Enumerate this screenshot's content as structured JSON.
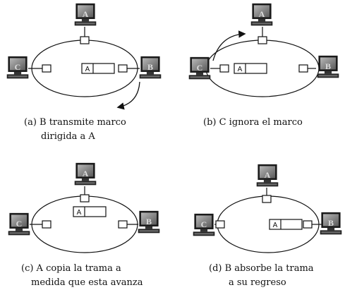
{
  "panels": [
    {
      "id": "a",
      "caption_lines": [
        "(a) B transmite marco",
        "dirigida a A"
      ],
      "stations": [
        {
          "label": "A",
          "position": "top"
        },
        {
          "label": "C",
          "position": "left"
        },
        {
          "label": "B",
          "position": "right"
        }
      ],
      "frame_label": "A"
    },
    {
      "id": "b",
      "caption_lines": [
        "(b) C ignora el marco"
      ],
      "stations": [
        {
          "label": "A",
          "position": "top"
        },
        {
          "label": "C",
          "position": "left"
        },
        {
          "label": "B",
          "position": "right"
        }
      ],
      "frame_label": "A"
    },
    {
      "id": "c",
      "caption_lines": [
        "(c) A copia la trama a",
        "medida que esta avanza"
      ],
      "stations": [
        {
          "label": "A",
          "position": "top"
        },
        {
          "label": "C",
          "position": "left"
        },
        {
          "label": "B",
          "position": "right"
        }
      ],
      "frame_label": "A"
    },
    {
      "id": "d",
      "caption_lines": [
        "(d) B absorbe la trama",
        "a su regreso"
      ],
      "stations": [
        {
          "label": "A",
          "position": "top"
        },
        {
          "label": "C",
          "position": "left"
        },
        {
          "label": "B",
          "position": "right"
        }
      ],
      "frame_label": "A"
    }
  ]
}
